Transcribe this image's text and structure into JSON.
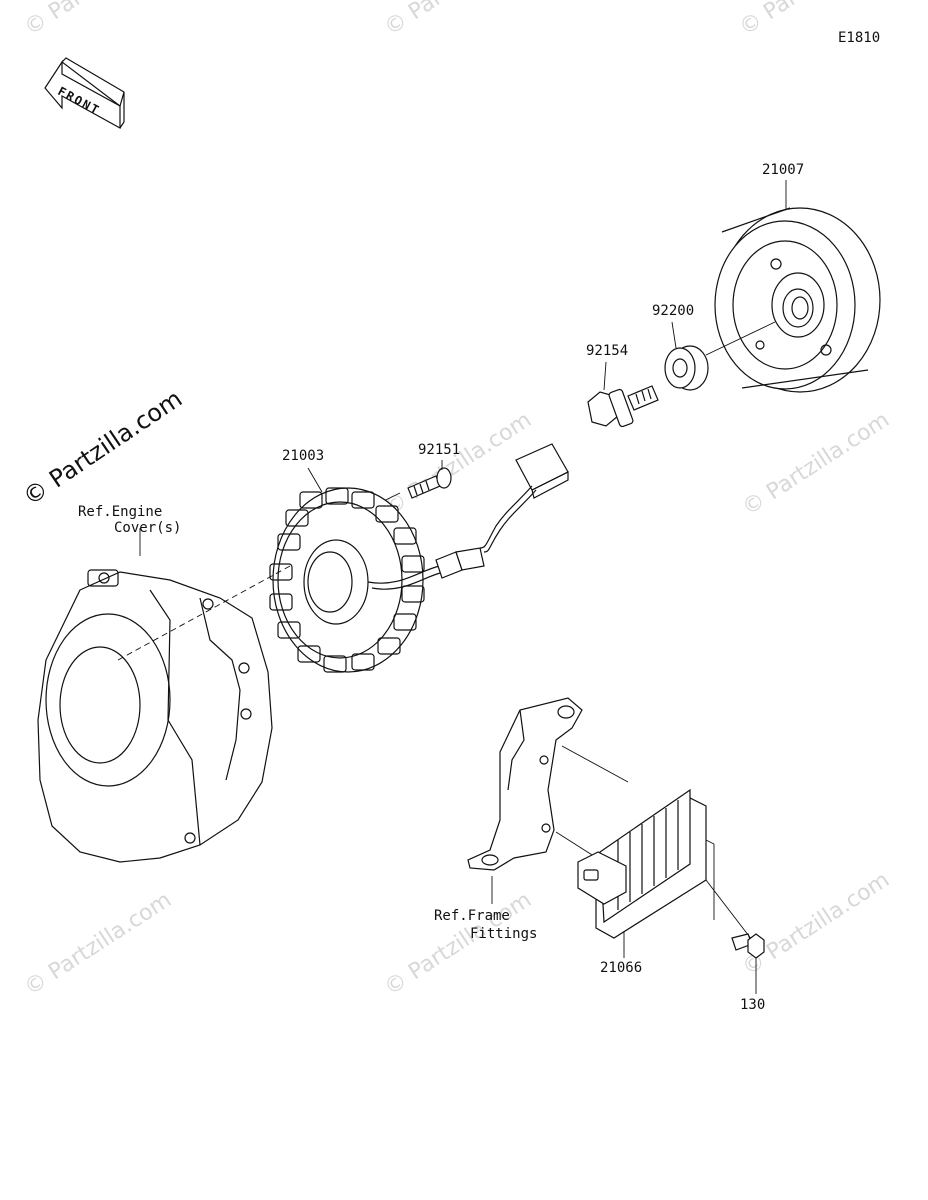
{
  "diagram_code": "E1810",
  "front_label": "FRONT",
  "watermark_main": "© Partzilla.com",
  "watermark_faint": "© Partzilla.com",
  "parts": {
    "flywheel": "21007",
    "collar": "92200",
    "flywheel_bolt": "92154",
    "stator_bolt": "92151",
    "stator": "21003",
    "regulator": "21066",
    "regulator_bolt": "130"
  },
  "refs": {
    "engine_cover_line1": "Ref.Engine",
    "engine_cover_line2": "Cover(s)",
    "frame_line1": "Ref.Frame",
    "frame_line2": "Fittings"
  }
}
